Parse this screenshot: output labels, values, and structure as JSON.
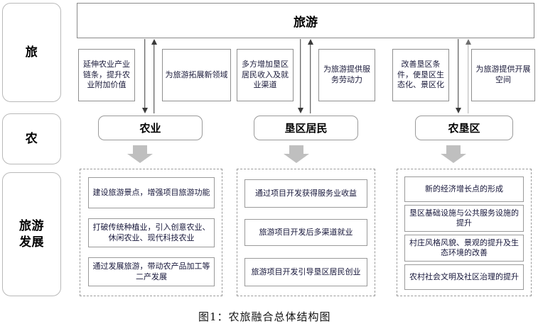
{
  "figure": {
    "caption": "图1：农旅融合总体结构图"
  },
  "stage_labels": [
    {
      "id": "tourism",
      "lines": [
        "旅"
      ]
    },
    {
      "id": "agriculture",
      "lines": [
        "农"
      ]
    },
    {
      "id": "tourism-development",
      "lines": [
        "旅游",
        "发展"
      ]
    }
  ],
  "top": {
    "title": "旅游"
  },
  "actors": [
    {
      "id": "agriculture",
      "label": "农业"
    },
    {
      "id": "reclamation-residents",
      "label": "垦区居民"
    },
    {
      "id": "reclamation-area",
      "label": "农垦区"
    }
  ],
  "notes": [
    {
      "id": "extend-agri-chain",
      "text": "延伸农业产业链条，提升农业附加价值"
    },
    {
      "id": "expand-tourism-field",
      "text": "为旅游拓展新领域"
    },
    {
      "id": "increase-resident-income",
      "text": "多方增加垦区居民收入及就业渠道"
    },
    {
      "id": "provide-service-labor",
      "text": "为旅游提供服务劳动力"
    },
    {
      "id": "improve-reclamation-conditions",
      "text": "改善垦区条件，使垦区生态化、景区化"
    },
    {
      "id": "provide-development-space",
      "text": "为旅游提供开展空间"
    }
  ],
  "outcome_groups": [
    {
      "id": "agriculture-outcomes",
      "items": [
        "建设旅游景点，增强项目旅游功能",
        "打破传统种植业，引入创意农业、休闲农业、现代科技农业",
        "通过发展旅游，带动农产品加工等二产发展"
      ]
    },
    {
      "id": "resident-outcomes",
      "items": [
        "通过项目开发获得服务业收益",
        "旅游项目开发后多渠道就业",
        "旅游项目开发引导垦区居民创业"
      ]
    },
    {
      "id": "area-outcomes",
      "items": [
        "新的经济增长点的形成",
        "垦区基础设施与公共服务设施的提升",
        "村庄风格风貌、景观的提升及生态环境的改善",
        "农村社会文明及社区治理的提升"
      ]
    }
  ],
  "colors": {
    "box_border": "#8f8f8f",
    "dashed_border": "#9a9a9a",
    "block_arrow": "#bfbfbf",
    "text": "#16163a",
    "background": "#ffffff"
  }
}
